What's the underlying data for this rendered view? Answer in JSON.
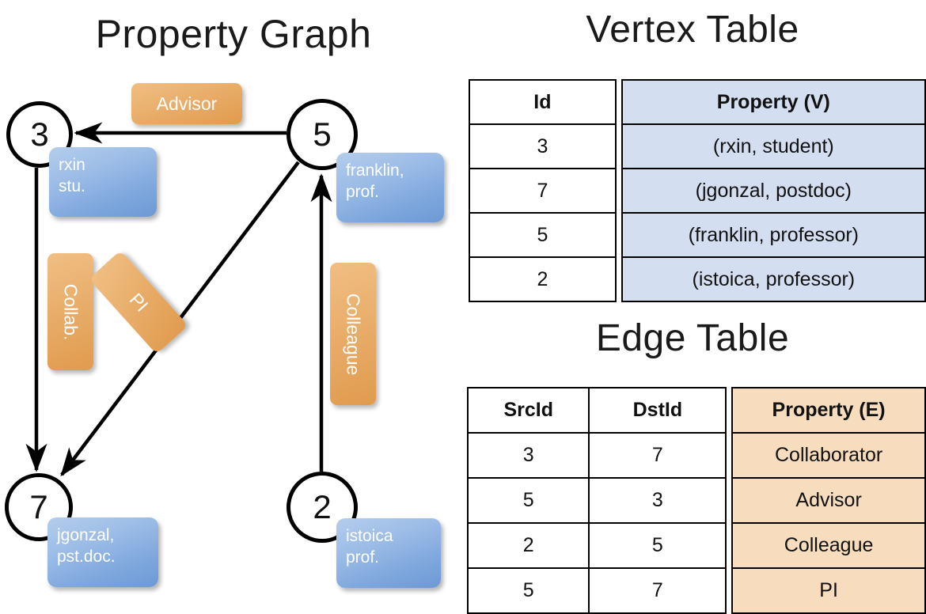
{
  "titles": {
    "property_graph": "Property Graph",
    "vertex_table": "Vertex Table",
    "edge_table": "Edge Table"
  },
  "colors": {
    "vertex_box": "#7ba5dc",
    "edge_box": "#e09b4e",
    "vertex_table_fill": "#d3dff1",
    "edge_table_fill": "#f7ddbe",
    "stroke": "#000000"
  },
  "graph": {
    "nodes": [
      {
        "id": "3",
        "prop_line1": "rxin",
        "prop_line2": "stu."
      },
      {
        "id": "5",
        "prop_line1": "franklin,",
        "prop_line2": "prof."
      },
      {
        "id": "7",
        "prop_line1": "jgonzal,",
        "prop_line2": "pst.doc."
      },
      {
        "id": "2",
        "prop_line1": "istoica",
        "prop_line2": "prof."
      }
    ],
    "edge_labels": [
      {
        "name": "advisor",
        "text": "Advisor"
      },
      {
        "name": "collab",
        "text": "Collab."
      },
      {
        "name": "pi",
        "text": "PI"
      },
      {
        "name": "colleague",
        "text": "Colleague"
      }
    ]
  },
  "vertex_table": {
    "headers": [
      "Id",
      "Property (V)"
    ],
    "rows": [
      {
        "id": "3",
        "property": "(rxin, student)"
      },
      {
        "id": "7",
        "property": "(jgonzal, postdoc)"
      },
      {
        "id": "5",
        "property": "(franklin, professor)"
      },
      {
        "id": "2",
        "property": "(istoica, professor)"
      }
    ]
  },
  "edge_table": {
    "headers": [
      "SrcId",
      "DstId",
      "Property (E)"
    ],
    "rows": [
      {
        "src": "3",
        "dst": "7",
        "property": "Collaborator"
      },
      {
        "src": "5",
        "dst": "3",
        "property": "Advisor"
      },
      {
        "src": "2",
        "dst": "5",
        "property": "Colleague"
      },
      {
        "src": "5",
        "dst": "7",
        "property": "PI"
      }
    ]
  }
}
